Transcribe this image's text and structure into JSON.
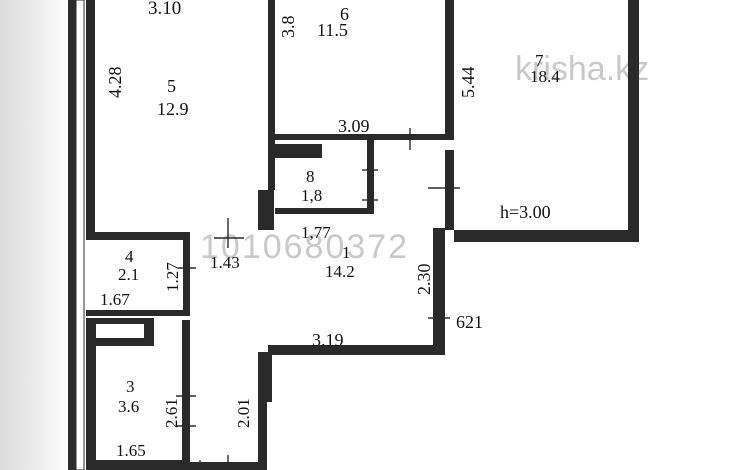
{
  "watermark": {
    "site": "krisha.kz",
    "listing_id": "1010680372"
  },
  "colors": {
    "wall": "#2a2a2a",
    "background": "#ffffff",
    "watermark": "#c9c9c9"
  },
  "rooms": [
    {
      "number": "5",
      "area": "12.9"
    },
    {
      "number": "6",
      "area": "11.5"
    },
    {
      "number": "7",
      "area": "18.4"
    },
    {
      "number": "8",
      "area": "1,8"
    },
    {
      "number": "4",
      "area": "2.1"
    },
    {
      "number": "1",
      "area": "14.2"
    },
    {
      "number": "3",
      "area": "3.6"
    }
  ],
  "dimensions": {
    "d_310": "3.10",
    "d_38": "3.8",
    "d_428": "4.28",
    "d_544": "5.44",
    "d_309": "3.09",
    "d_177": "1,77",
    "d_143": "1.43",
    "d_127": "1.27",
    "d_167": "1.67",
    "d_230": "2.30",
    "d_621": "621",
    "d_319": "3.19",
    "d_261": "2.61",
    "d_201": "2.01",
    "d_165": "1.65"
  },
  "ceiling_height": "h=3.00"
}
